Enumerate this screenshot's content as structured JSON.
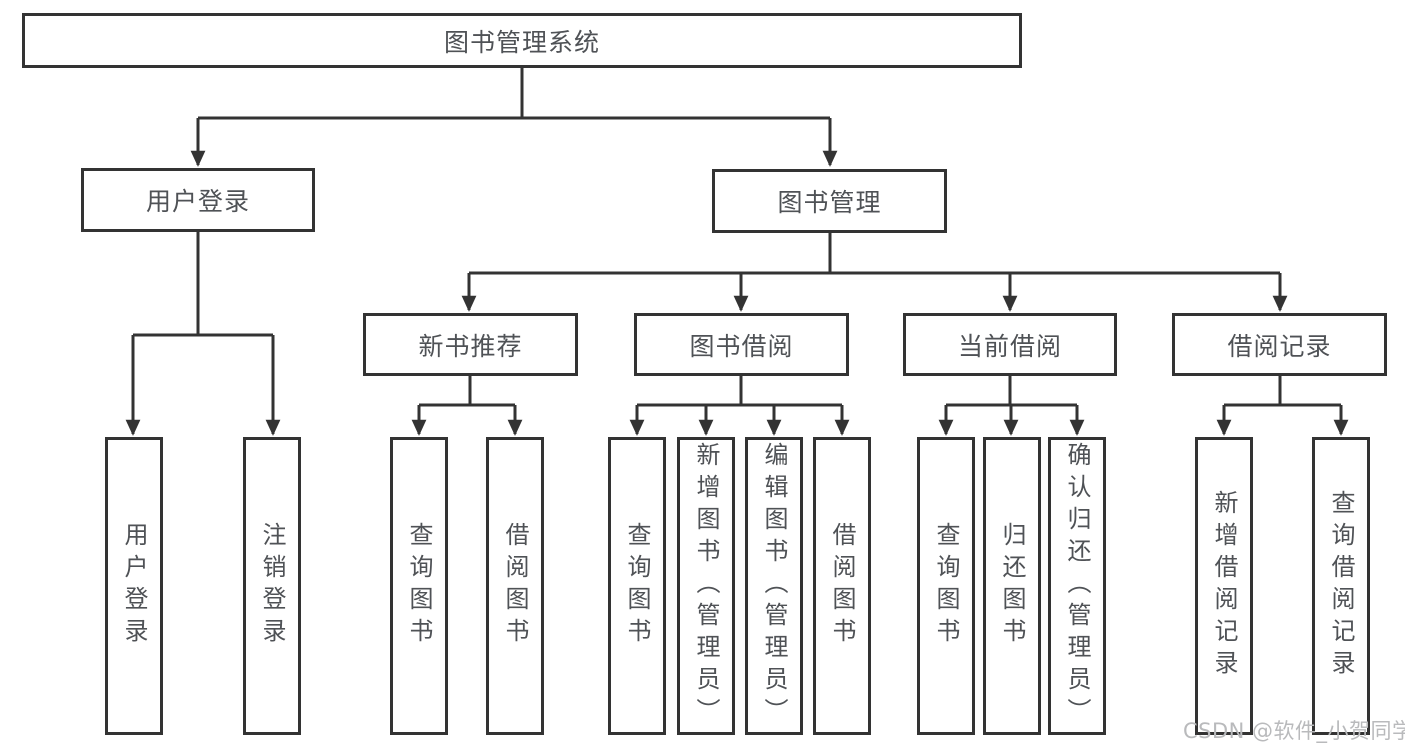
{
  "watermark": "CSDN @软件_小贺同学",
  "colors": {
    "background": "#ffffff",
    "box_border": "#333333",
    "connector_line": "#333333",
    "text": "#4f5256",
    "watermark_text": "#b9babc"
  },
  "tree": {
    "root": {
      "label": "图书管理系统"
    },
    "user_login": {
      "label": "用户登录",
      "children": [
        {
          "label": "用户登录"
        },
        {
          "label": "注销登录"
        }
      ]
    },
    "book_management": {
      "label": "图书管理",
      "children": [
        {
          "label": "新书推荐",
          "children": [
            {
              "label": "查询图书"
            },
            {
              "label": "借阅图书"
            }
          ]
        },
        {
          "label": "图书借阅",
          "children": [
            {
              "label": "查询图书"
            },
            {
              "label": "新增图书（管理员）"
            },
            {
              "label": "编辑图书（管理员）"
            },
            {
              "label": "借阅图书"
            }
          ]
        },
        {
          "label": "当前借阅",
          "children": [
            {
              "label": "查询图书"
            },
            {
              "label": "归还图书"
            },
            {
              "label": "确认归还（管理员）"
            }
          ]
        },
        {
          "label": "借阅记录",
          "children": [
            {
              "label": "新增借阅记录"
            },
            {
              "label": "查询借阅记录"
            }
          ]
        }
      ]
    }
  }
}
